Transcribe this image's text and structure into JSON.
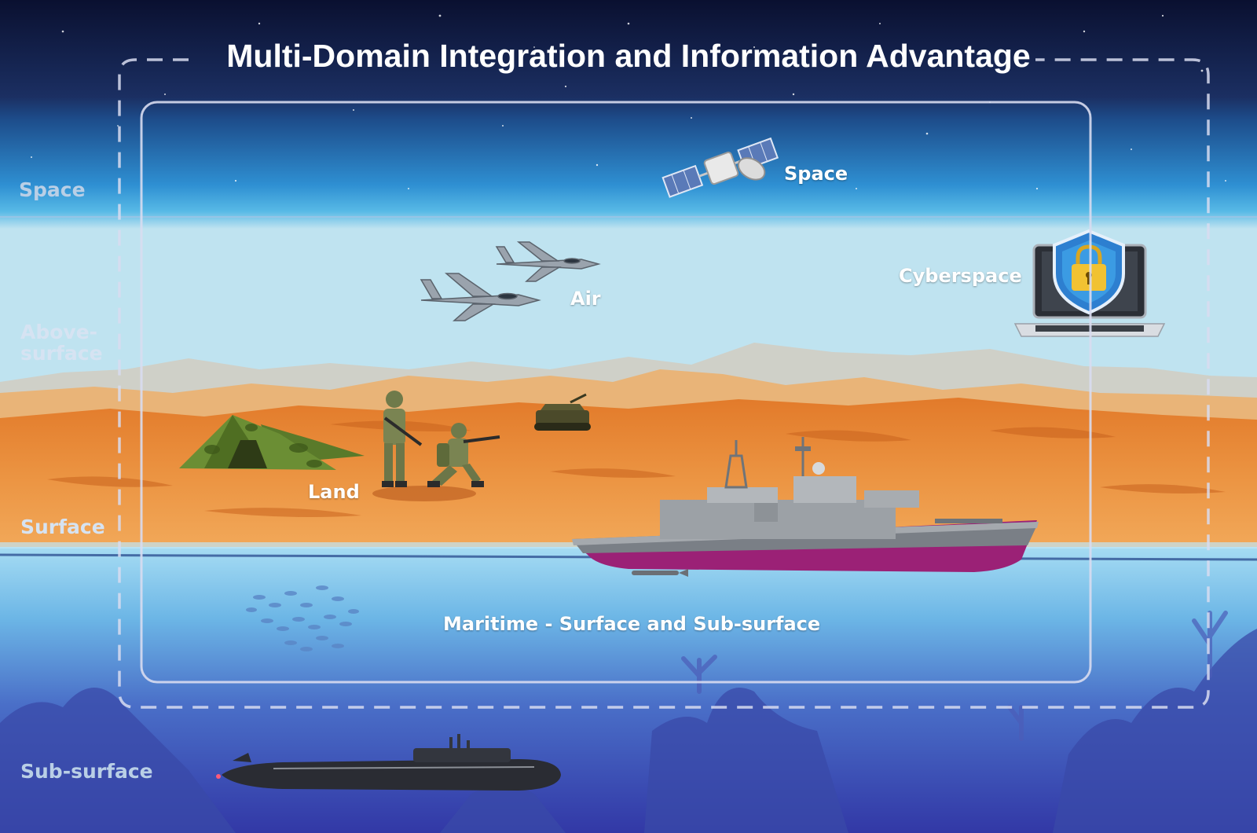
{
  "title": "Multi-Domain Integration and Information Advantage",
  "side_labels": {
    "space": "Space",
    "above_surface_line1": "Above-",
    "above_surface_line2": "surface",
    "surface": "Surface",
    "sub_surface": "Sub-surface"
  },
  "domain_labels": {
    "space": "Space",
    "air": "Air",
    "cyberspace": "Cyberspace",
    "land": "Land",
    "maritime": "Maritime - Surface and Sub-surface"
  },
  "colors": {
    "sky_top": "#0a1030",
    "sky_mid": "#1f4f8f",
    "sky_low": "#3da3dc",
    "desert": "#e8903a",
    "desert_dark": "#c96a22",
    "water_top": "#9fd8f2",
    "water_deep": "#3140a8",
    "ship_hull_accent": "#9b2176",
    "frame_line": "#d8dcf0"
  },
  "icons": [
    "satellite-icon",
    "fighter-jet-icon",
    "laptop-icon",
    "shield-lock-icon",
    "tent-icon",
    "soldier-icon",
    "tank-icon",
    "warship-icon",
    "submarine-icon",
    "fish-school-icon"
  ]
}
